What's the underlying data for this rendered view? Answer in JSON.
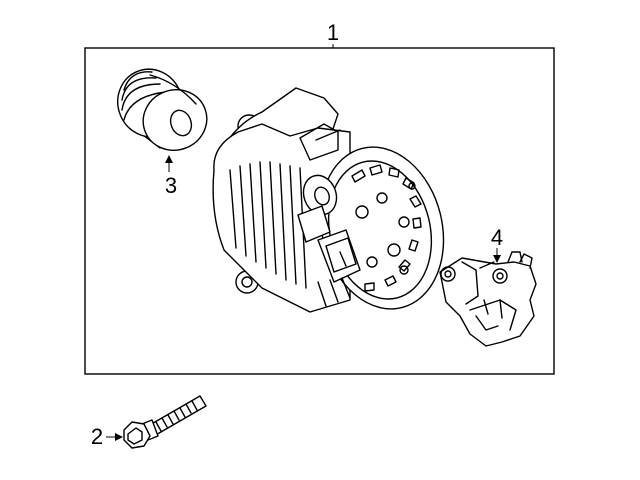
{
  "callouts": {
    "assembly": "1",
    "bolt": "2",
    "pulley": "3",
    "regulator": "4"
  },
  "colors": {
    "line": "#000000",
    "background": "#ffffff"
  }
}
